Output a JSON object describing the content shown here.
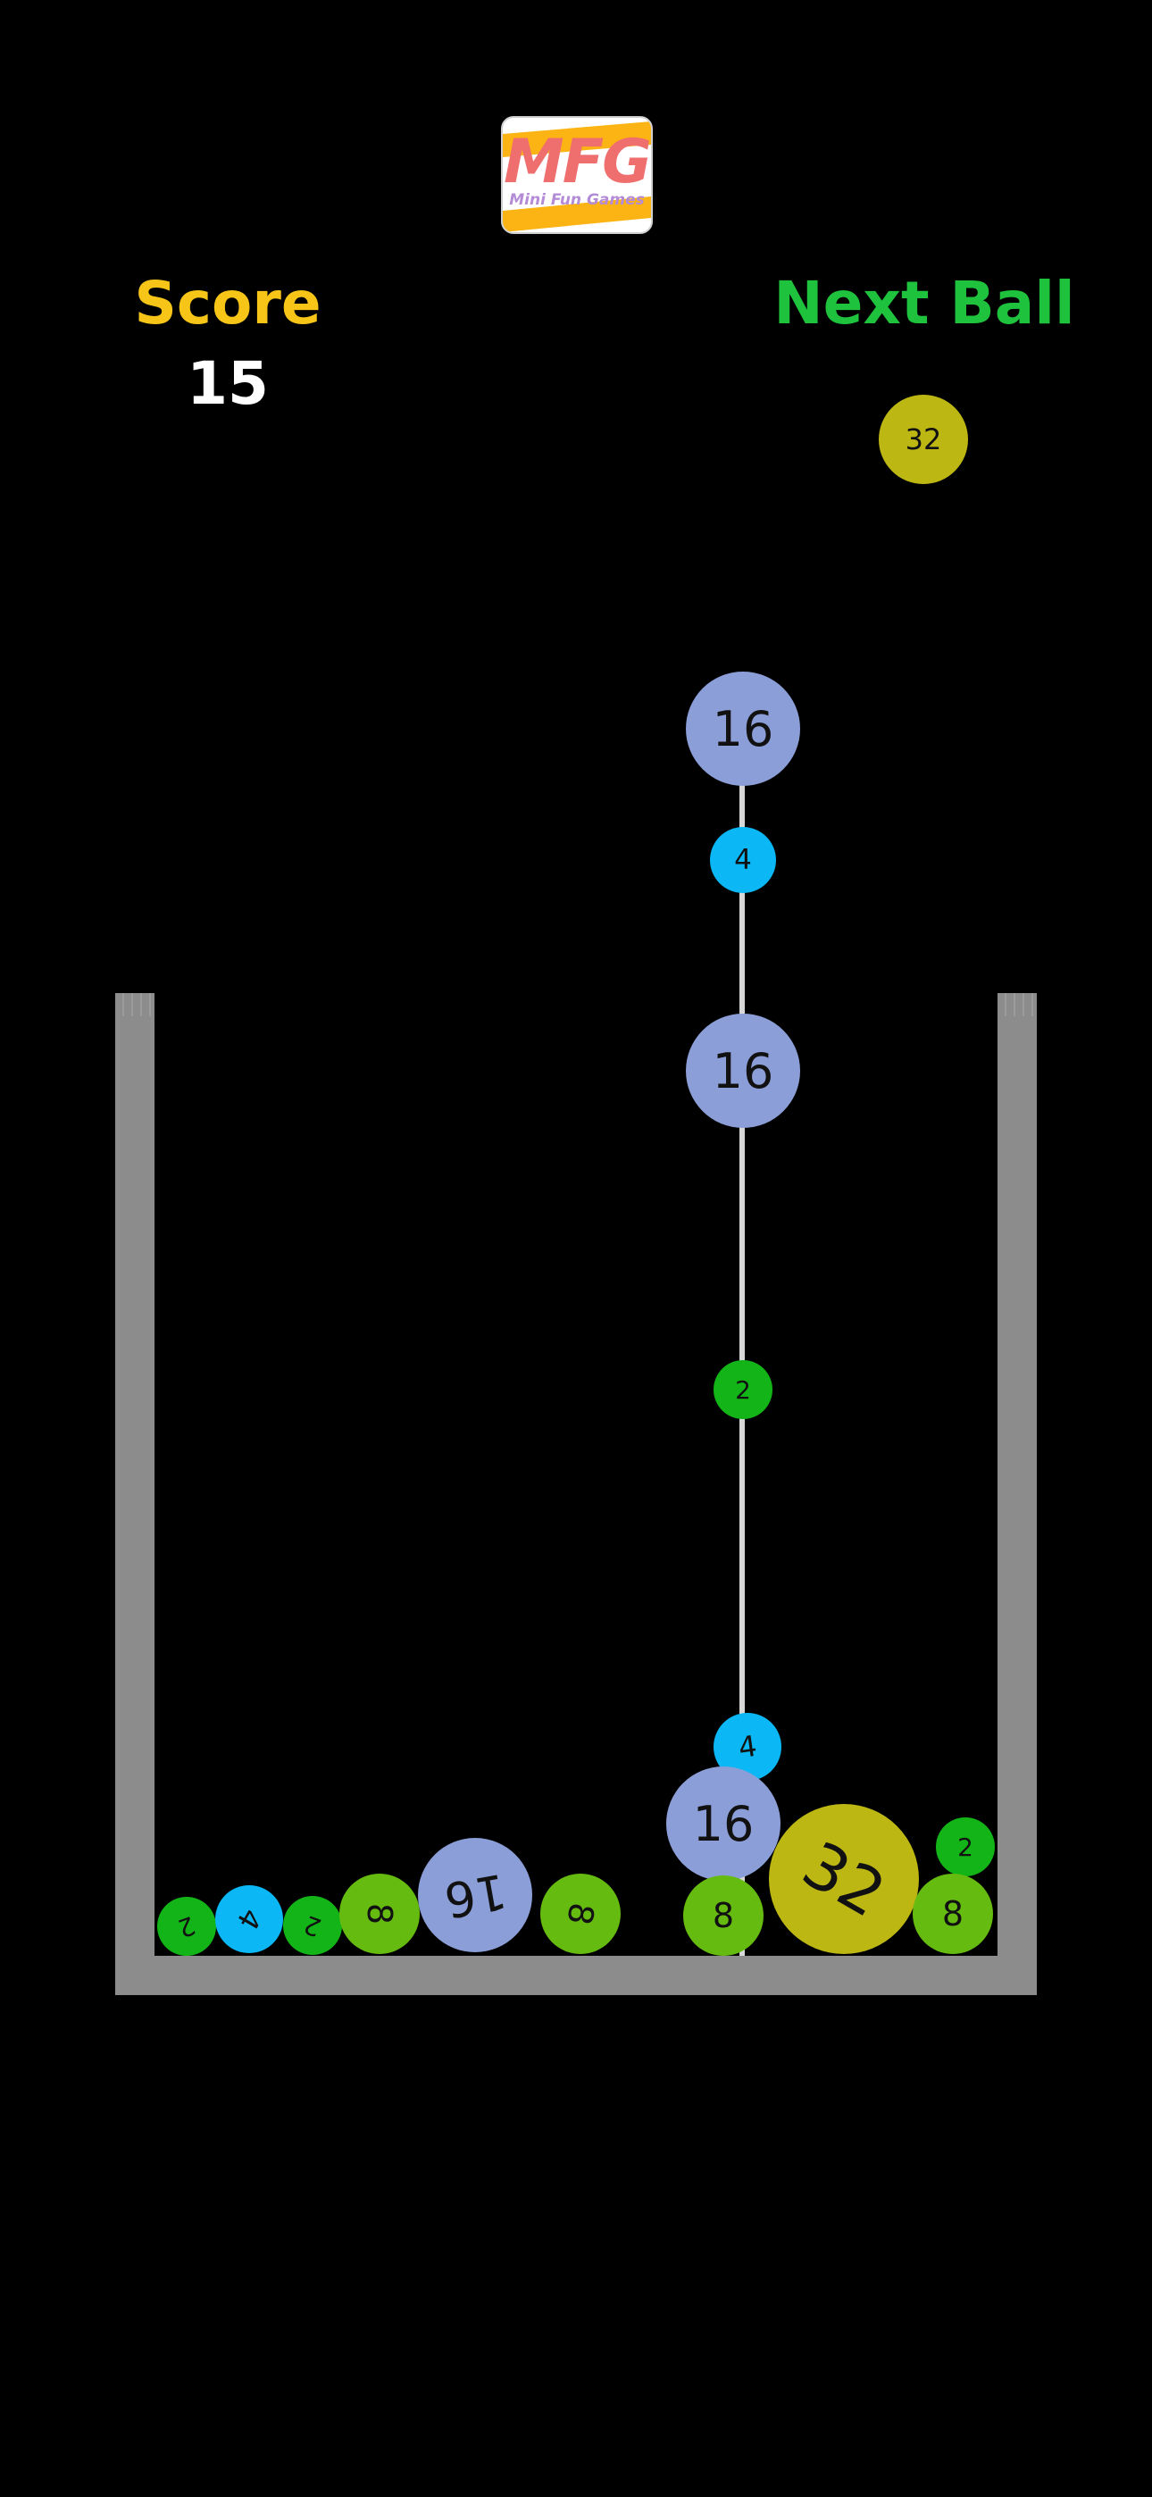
{
  "logo": {
    "title": "MFG",
    "subtitle": "Mini Fun Games"
  },
  "score": {
    "label": "Score",
    "value": "15"
  },
  "next_ball": {
    "label": "Next Ball",
    "value": "32"
  },
  "colors": {
    "ball_2": "#13b417",
    "ball_4": "#0bb8f5",
    "ball_8": "#66bb10",
    "ball_16": "#8b9ed7",
    "ball_32": "#bdb714",
    "wall": "#8c8c8c",
    "score_label": "#f6c518",
    "next_label": "#1ec23c"
  },
  "falling_balls": [
    {
      "value": "16"
    },
    {
      "value": "4"
    },
    {
      "value": "16"
    },
    {
      "value": "2"
    },
    {
      "value": "4"
    }
  ],
  "settled_balls": [
    {
      "value": "2"
    },
    {
      "value": "4"
    },
    {
      "value": "2"
    },
    {
      "value": "8"
    },
    {
      "value": "16"
    },
    {
      "value": "8"
    },
    {
      "value": "16"
    },
    {
      "value": "8"
    },
    {
      "value": "32"
    },
    {
      "value": "2"
    },
    {
      "value": "8"
    }
  ]
}
